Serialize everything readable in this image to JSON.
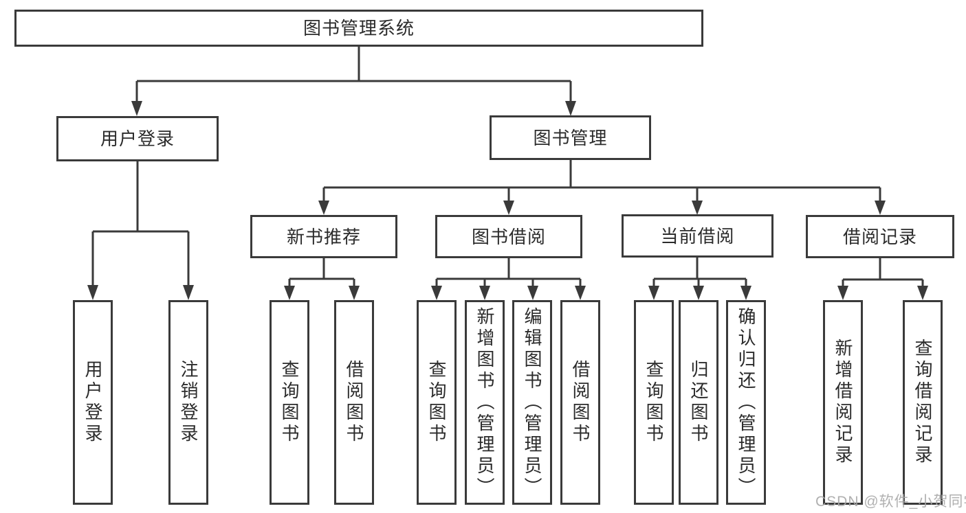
{
  "title": {
    "label": "图书管理系统"
  },
  "level2": {
    "user_login": {
      "label": "用户登录"
    },
    "book_mgmt": {
      "label": "图书管理"
    }
  },
  "level3": {
    "new_book_rec": {
      "label": "新书推荐"
    },
    "book_borrow": {
      "label": "图书借阅"
    },
    "current_borrow": {
      "label": "当前借阅"
    },
    "borrow_record": {
      "label": "借阅记录"
    }
  },
  "leaves": {
    "user_login": [
      {
        "label": "用户登录"
      },
      {
        "label": "注销登录"
      }
    ],
    "new_book_rec": [
      {
        "label": "查询图书"
      },
      {
        "label": "借阅图书"
      }
    ],
    "book_borrow": [
      {
        "label": "查询图书"
      },
      {
        "label": "新增图书（管理员）"
      },
      {
        "label": "编辑图书（管理员）"
      },
      {
        "label": "借阅图书"
      }
    ],
    "current_borrow": [
      {
        "label": "查询图书"
      },
      {
        "label": "归还图书"
      },
      {
        "label": "确认归还（管理员）"
      }
    ],
    "borrow_record": [
      {
        "label": "新增借阅记录"
      },
      {
        "label": "查询借阅记录"
      }
    ]
  },
  "watermark": {
    "label": "CSDN @软件_小贺同学"
  },
  "colors": {
    "line": "#3a3a3a",
    "text": "#2b2b2b",
    "watermark": "#a8a8a8",
    "background": "#ffffff"
  }
}
